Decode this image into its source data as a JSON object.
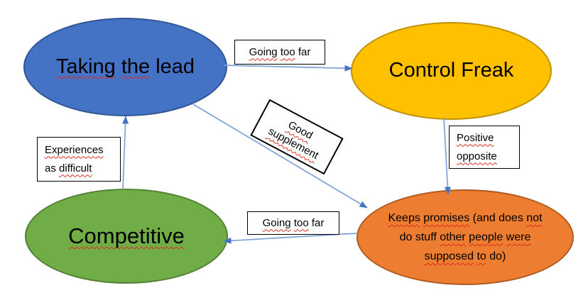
{
  "diagram": {
    "colors": {
      "background": "#FFFFFF",
      "text": "#000000",
      "node-blue": "#4472C4",
      "node-blue-border": "#2F5597",
      "node-yellow": "#FFC000",
      "node-yellow-border": "#BF9000",
      "node-green": "#70AD47",
      "node-green-border": "#548235",
      "node-orange": "#ED7D31",
      "node-orange-border": "#AE5A21",
      "connector-line": "#7EA1D8",
      "connector-arrow": "#4472C4",
      "spellcheck": "#E02B20",
      "label-fill": "#FFFFFF",
      "label-border": "#000000"
    },
    "nodes": [
      {
        "id": "taking-the-lead",
        "shape": "ellipse",
        "color": "#4472C4",
        "parts": [
          {
            "t": "Taking",
            "sq": true
          },
          {
            "t": " "
          },
          {
            "t": "the",
            "sq": true
          },
          {
            "t": " lead"
          }
        ]
      },
      {
        "id": "control-freak",
        "shape": "ellipse",
        "color": "#FFC000",
        "parts": [
          {
            "t": "Control Freak"
          }
        ]
      },
      {
        "id": "competitive",
        "shape": "ellipse",
        "color": "#70AD47",
        "parts": [
          {
            "t": "Competitive",
            "sq": true
          }
        ]
      },
      {
        "id": "keeps-promises",
        "shape": "ellipse",
        "color": "#ED7D31",
        "lines": [
          [
            {
              "t": "Keeps",
              "sq": true
            },
            {
              "t": " "
            },
            {
              "t": "promises",
              "sq": true
            },
            {
              "t": " (and does "
            },
            {
              "t": "not",
              "sq": true
            }
          ],
          [
            {
              "t": "do stuff "
            },
            {
              "t": "other",
              "sq": true
            },
            {
              "t": " "
            },
            {
              "t": "people",
              "sq": true
            },
            {
              "t": " "
            },
            {
              "t": "were",
              "sq": true
            }
          ],
          [
            {
              "t": "supposed",
              "sq": true
            },
            {
              "t": " "
            },
            {
              "t": "to",
              "sq": true
            },
            {
              "t": " do)"
            }
          ]
        ]
      }
    ],
    "labels": [
      {
        "id": "going-too-far-top",
        "parts": [
          {
            "t": "Going",
            "sq": true
          },
          {
            "t": " "
          },
          {
            "t": "too",
            "sq": true
          },
          {
            "t": " far"
          }
        ]
      },
      {
        "id": "good-supplement",
        "rotation_deg": 28,
        "lines": [
          [
            {
              "t": "Good",
              "sq": true
            }
          ],
          [
            {
              "t": "supplement",
              "sq": true
            }
          ]
        ]
      },
      {
        "id": "experiences-as-difficult",
        "lines": [
          [
            {
              "t": "Experiences",
              "sq": true
            }
          ],
          [
            {
              "t": "as "
            },
            {
              "t": "difficult",
              "sq": true
            }
          ]
        ]
      },
      {
        "id": "positive-opposite",
        "lines": [
          [
            {
              "t": "Positive",
              "sq": true
            }
          ],
          [
            {
              "t": "opposite",
              "sq": true
            }
          ]
        ]
      },
      {
        "id": "going-too-far-bottom",
        "parts": [
          {
            "t": "Going",
            "sq": true
          },
          {
            "t": " "
          },
          {
            "t": "too",
            "sq": true
          },
          {
            "t": " far"
          }
        ]
      }
    ],
    "connectors": [
      {
        "id": "taking-lead-to-control-freak",
        "from": "taking-the-lead",
        "to": "control-freak",
        "label": "Going too far"
      },
      {
        "id": "taking-lead-to-keeps-promises",
        "from": "taking-the-lead",
        "to": "keeps-promises",
        "label": "Good supplement"
      },
      {
        "id": "control-freak-to-keeps-promises",
        "from": "control-freak",
        "to": "keeps-promises",
        "label": "Positive opposite"
      },
      {
        "id": "keeps-promises-to-competitive",
        "from": "keeps-promises",
        "to": "competitive",
        "label": "Going too far"
      },
      {
        "id": "competitive-to-taking-lead",
        "from": "competitive",
        "to": "taking-the-lead",
        "label": "Experiences as difficult"
      }
    ]
  }
}
